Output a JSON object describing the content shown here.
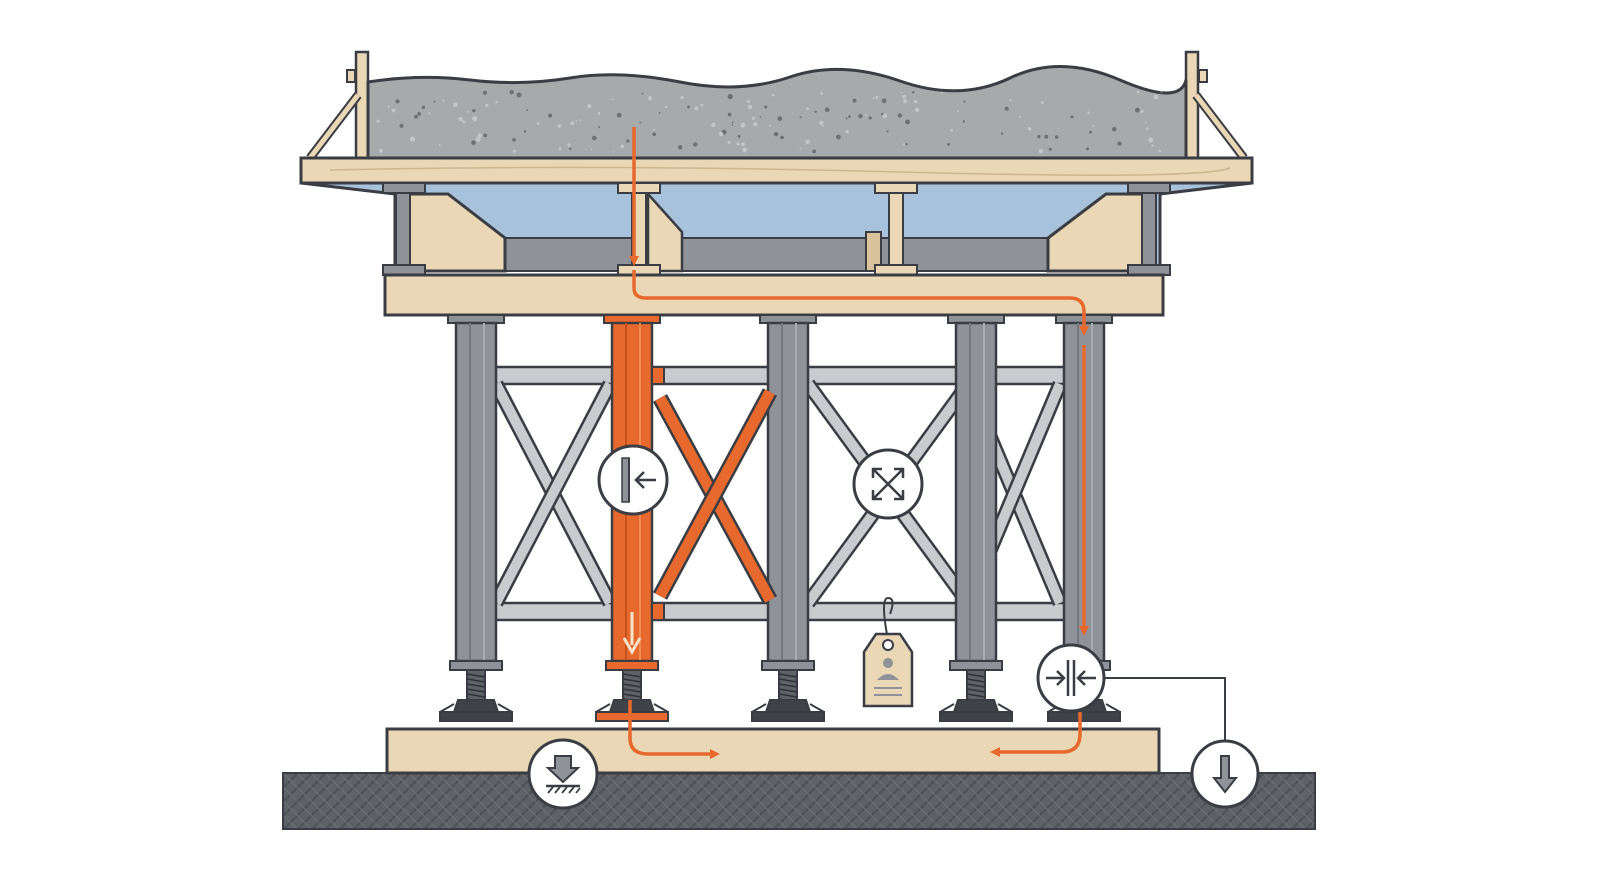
{
  "diagram": {
    "subject": "shoring-scaffold-load-path",
    "text_labels": [],
    "colors": {
      "outline": "#3a3d44",
      "steel": "#8f9298",
      "steel_light": "#c9cbcf",
      "highlight": "#e8692d",
      "timber": "#e9d7b6",
      "timber_dark": "#d9c39c",
      "concrete": "#a8a9ab",
      "cavity": "#a9c2dc",
      "ground": "#5e6166",
      "background": "#ffffff"
    },
    "icons": [
      "lateral-support-icon",
      "bracing-icon",
      "inspection-tag-icon",
      "compression-icon",
      "foundation-bearing-icon",
      "load-down-icon"
    ],
    "load_path": [
      "slab",
      "beam-cap",
      "highlighted-post",
      "mudsill",
      "ground"
    ]
  }
}
